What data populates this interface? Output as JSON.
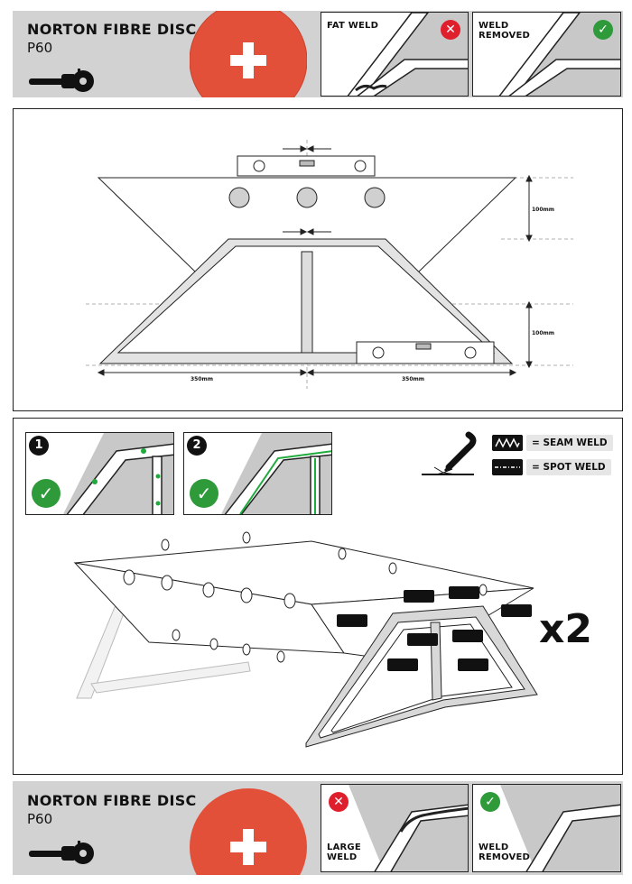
{
  "top_band": {
    "title": "NORTON FIBRE DISC",
    "grit": "P60",
    "panels": [
      {
        "label": "FAT WELD",
        "status": "bad"
      },
      {
        "label": "WELD\nREMOVED",
        "status": "ok"
      }
    ]
  },
  "diagram": {
    "dim_vertical_top": "100mm",
    "dim_vertical_bottom": "100mm",
    "dim_horizontal_left": "350mm",
    "dim_horizontal_right": "350mm"
  },
  "weld_section": {
    "steps": [
      {
        "number": "1"
      },
      {
        "number": "2"
      }
    ],
    "legend": [
      {
        "label": "= SEAM WELD",
        "kind": "seam"
      },
      {
        "label": "= SPOT WELD",
        "kind": "spot"
      }
    ],
    "multiplier": "x2"
  },
  "bottom_band": {
    "title": "NORTON FIBRE DISC",
    "grit": "P60",
    "panels": [
      {
        "label": "LARGE\nWELD",
        "status": "bad"
      },
      {
        "label": "WELD\nREMOVED",
        "status": "ok"
      }
    ]
  },
  "colors": {
    "disc": "#e2503a",
    "band": "#d2d2d2",
    "ok": "#2e9a3a",
    "bad": "#e01f2d",
    "weld_line": "#1faa3c"
  },
  "icons": {
    "ok": "check-icon",
    "bad": "cross-icon",
    "tool": "angle-grinder-icon",
    "welder": "welding-torch-icon"
  }
}
